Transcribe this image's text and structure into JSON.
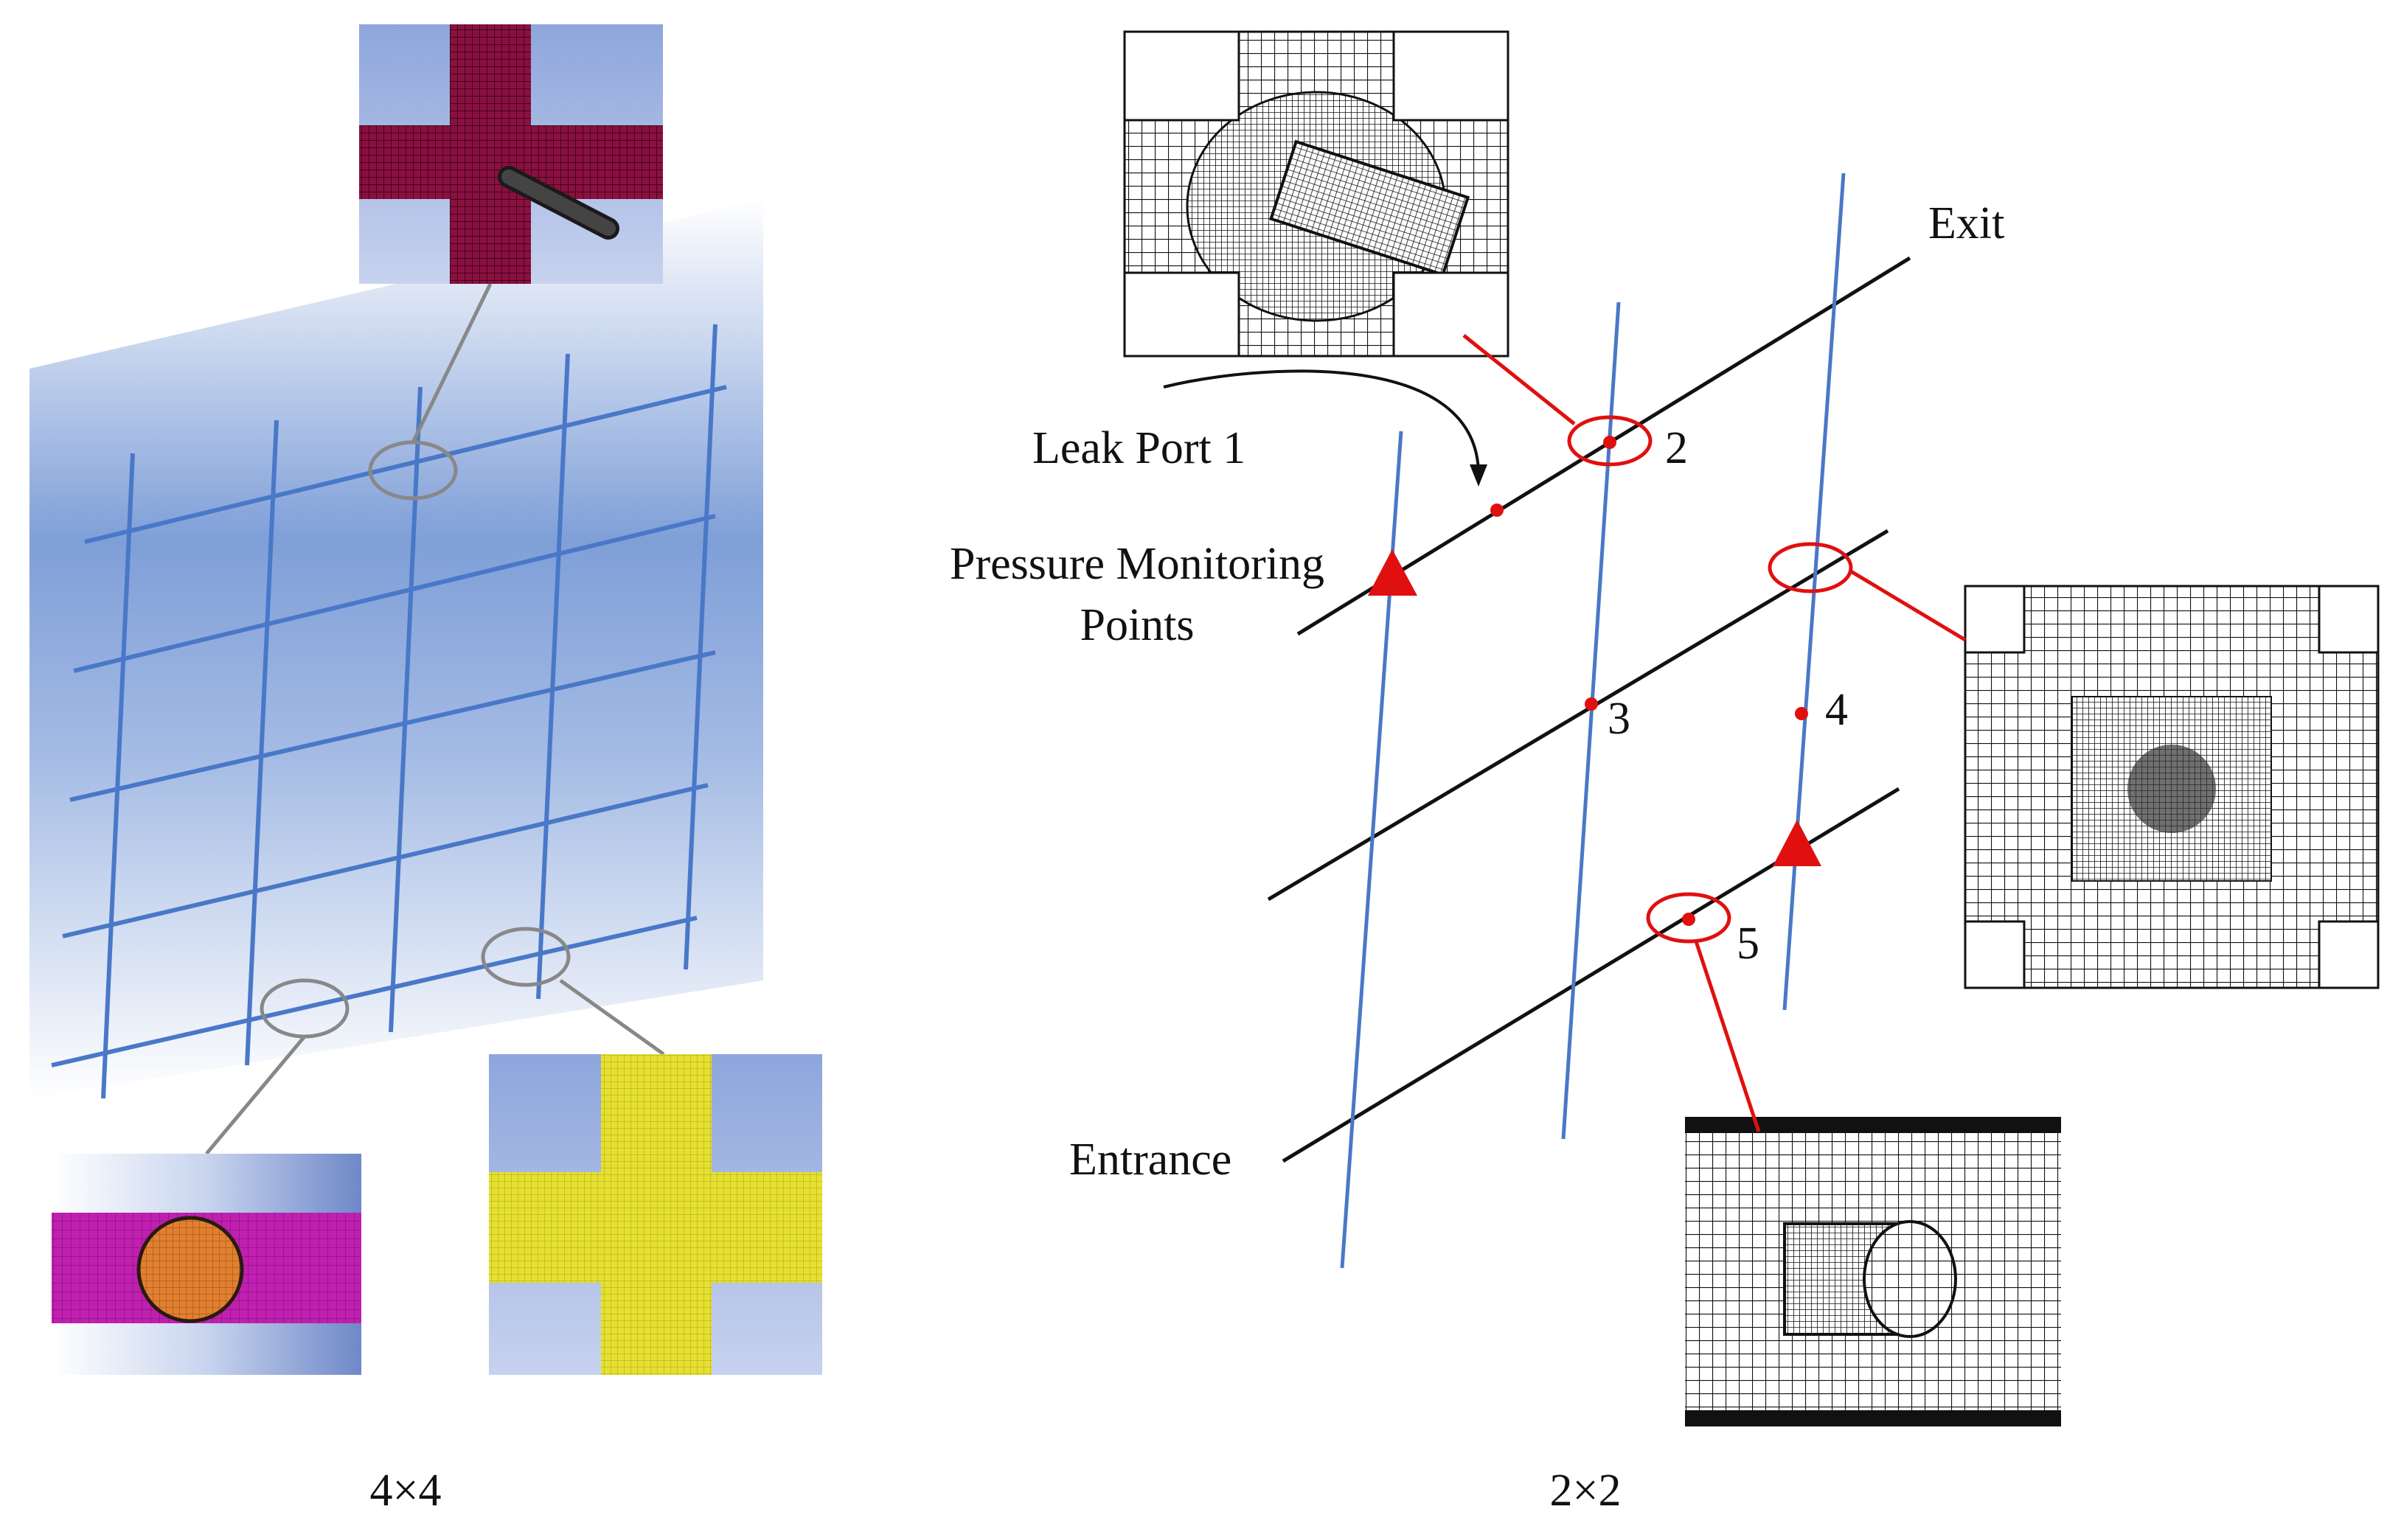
{
  "left_panel": {
    "caption": "4×4"
  },
  "right_panel": {
    "caption": "2×2",
    "labels": {
      "exit": "Exit",
      "leak_port": "Leak Port 1",
      "pressure_line1": "Pressure Monitoring",
      "pressure_line2": "Points",
      "entrance": "Entrance",
      "p2": "2",
      "p3": "3",
      "p4": "4",
      "p5": "5"
    }
  },
  "colors": {
    "blue_pipe": "#4a78c8",
    "black_pipe": "#111111",
    "red_marker": "#e01010",
    "callout_gray": "#888888",
    "gradient_blue": "#7f9fd8",
    "maroon_mesh": "#8a1040",
    "magenta_mesh": "#c020b0",
    "orange_disc": "#e08030",
    "yellow_mesh": "#e6e030"
  }
}
